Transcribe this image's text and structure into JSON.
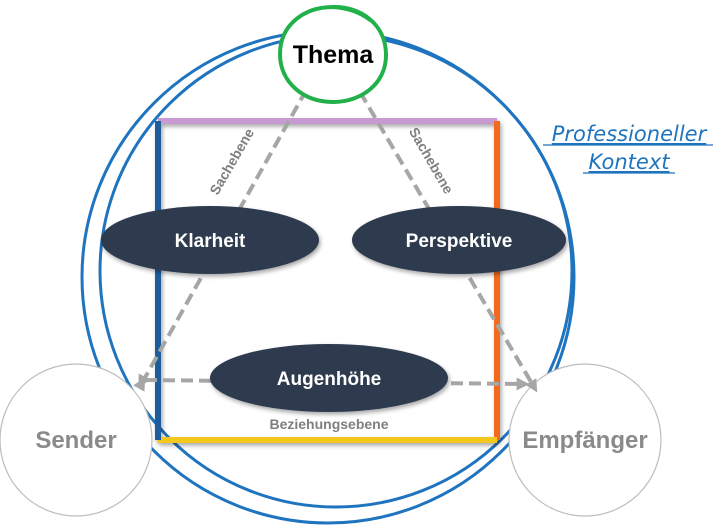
{
  "topic": {
    "label": "Thema"
  },
  "parties": {
    "sender": "Sender",
    "receiver": "Empfänger"
  },
  "qualities": {
    "clarity": "Klarheit",
    "perspective": "Perspektive",
    "eye_level": "Augenhöhe"
  },
  "levels": {
    "factual_left": "Sachebene",
    "factual_right": "Sachebene",
    "relationship": "Beziehungsebene"
  },
  "context": {
    "line1": "Professioneller",
    "line2": "Kontext"
  },
  "colors": {
    "context_circle": "#1f74bf",
    "topic_circle": "#22b04a",
    "ellipse_fill": "#2f3b50",
    "arrow": "#a6a6a6",
    "square_top": "#c79bd2",
    "square_right": "#f26a1b",
    "square_bottom": "#f3c81d",
    "square_left": "#1f5d9c",
    "party_circle": "#bdbdbd"
  }
}
